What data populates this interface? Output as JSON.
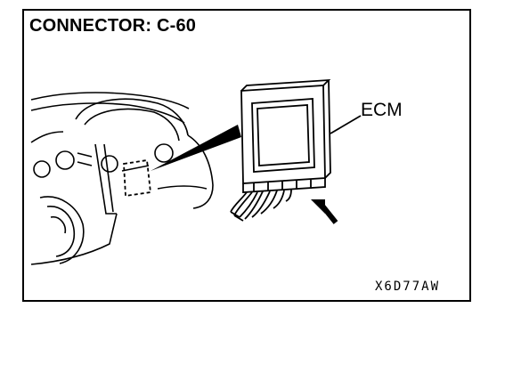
{
  "figure": {
    "title": "CONNECTOR: C-60",
    "component_label": "ECM",
    "figure_code": "X6D77AW",
    "icons": [
      "dashboard-drawing",
      "ecm-module-drawing",
      "pointer-arrow-icon"
    ]
  }
}
